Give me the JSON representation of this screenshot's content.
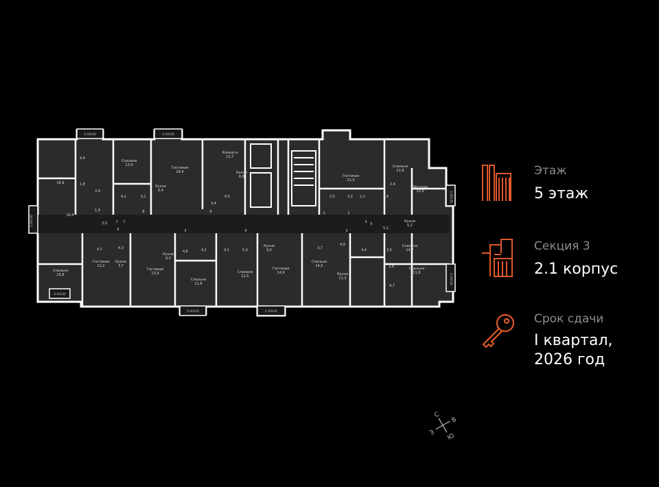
{
  "info": {
    "floor": {
      "label": "Этаж",
      "value": "5 этаж",
      "icon": "building-floor-icon"
    },
    "section": {
      "label": "Секция 3",
      "value": "2.1 корпус",
      "icon": "building-section-icon"
    },
    "deadline": {
      "label": "Срок сдачи",
      "value_line1": "I квартал,",
      "value_line2": "2026 год",
      "icon": "key-icon"
    }
  },
  "accent_color": "#e05a2b",
  "plan": {
    "rooms": [
      {
        "name": "",
        "area": "16,9"
      },
      {
        "name": "",
        "area": "9,4"
      },
      {
        "name": "",
        "area": "1,8"
      },
      {
        "name": "",
        "area": "3,9"
      },
      {
        "name": "",
        "area": "1,9"
      },
      {
        "name": "",
        "area": "16,4"
      },
      {
        "name": "Спальня",
        "area": "13,4"
      },
      {
        "name": "Гостиная",
        "area": "16,4"
      },
      {
        "name": "Кухня",
        "area": "9,4"
      },
      {
        "name": "",
        "area": "4,1"
      },
      {
        "name": "",
        "area": "5,1"
      },
      {
        "name": "Комната",
        "area": "12,7"
      },
      {
        "name": "Кухня",
        "area": "6,8"
      },
      {
        "name": "",
        "area": "4,5"
      },
      {
        "name": "",
        "area": "3,4"
      },
      {
        "name": "Гостиная",
        "area": "22,0"
      },
      {
        "name": "",
        "area": "2,5"
      },
      {
        "name": "",
        "area": "3,2"
      },
      {
        "name": "",
        "area": "2,1"
      },
      {
        "name": "",
        "area": "4,4"
      },
      {
        "name": "Спальня",
        "area": "12,8"
      },
      {
        "name": "",
        "area": "2,4"
      },
      {
        "name": "Детская",
        "area": "10,9"
      },
      {
        "name": "Кухня",
        "area": "5,2"
      },
      {
        "name": "",
        "area": "5,2"
      },
      {
        "name": "Спальня",
        "area": "14,7"
      },
      {
        "name": "",
        "area": "3,5"
      },
      {
        "name": "",
        "area": "2,8"
      },
      {
        "name": "Спальня",
        "area": "11,8"
      },
      {
        "name": "",
        "area": "4,7"
      },
      {
        "name": "Спальня",
        "area": "16,8"
      },
      {
        "name": "",
        "area": "4,7"
      },
      {
        "name": "Гостиная",
        "area": "12,2"
      },
      {
        "name": "",
        "area": "4,3"
      },
      {
        "name": "Кухня",
        "area": "3,7"
      },
      {
        "name": "",
        "area": "3,0"
      },
      {
        "name": "Гостиная",
        "area": "13,9"
      },
      {
        "name": "Кухня",
        "area": "8,3"
      },
      {
        "name": "",
        "area": "4,6"
      },
      {
        "name": "",
        "area": "4,1"
      },
      {
        "name": "Спальня",
        "area": "11,8"
      },
      {
        "name": "",
        "area": "4,1"
      },
      {
        "name": "",
        "area": "5,0"
      },
      {
        "name": "Спальня",
        "area": "12,5"
      },
      {
        "name": "Кухня",
        "area": "9,0"
      },
      {
        "name": "Гостиная",
        "area": "14,9"
      },
      {
        "name": "",
        "area": "3,7"
      },
      {
        "name": "Спальня",
        "area": "14,5"
      },
      {
        "name": "",
        "area": "4,9"
      },
      {
        "name": "Кухня",
        "area": "11,3"
      },
      {
        "name": "",
        "area": "4,4"
      }
    ],
    "balconies": [
      "2,4(0,8)",
      "2,4(0,8)",
      "2,4(0,8)",
      "2,4(0,8)",
      "2,0(0,6)",
      "2,4(0,8)",
      "2,4(0,8)",
      "2,4(0,8)"
    ],
    "door_numbers": [
      "8",
      "9",
      "6",
      "7",
      "3",
      "4",
      "3",
      "1",
      "2",
      "3",
      "5",
      "7"
    ]
  },
  "compass": {
    "n": "С",
    "e": "В",
    "s": "Ю",
    "w": "З"
  }
}
